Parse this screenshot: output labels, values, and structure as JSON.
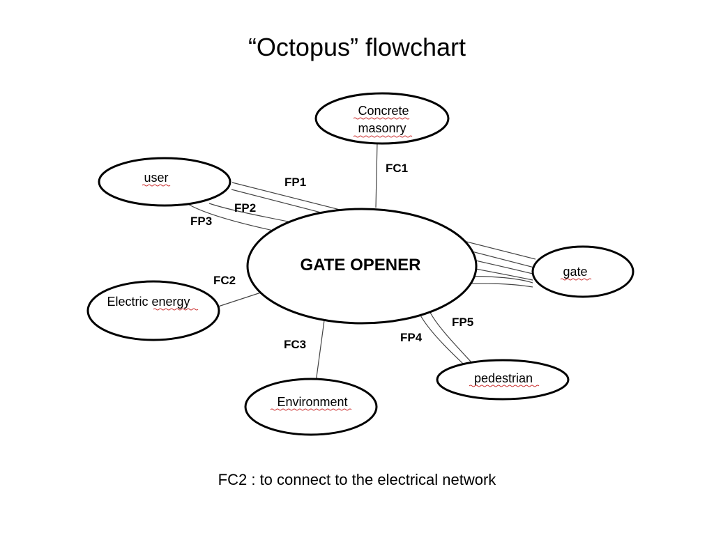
{
  "title": "“Octopus” flowchart",
  "caption": "FC2 : to connect to the electrical network",
  "diagram": {
    "center": "GATE OPENER",
    "nodes": {
      "concrete_line1": "Concrete",
      "concrete_line2": "masonry",
      "user": "user",
      "gate": "gate",
      "electric": "Electric energy",
      "environment": "Environment",
      "pedestrian": "pedestrian"
    },
    "links": {
      "fc1": "FC1",
      "fc2": "FC2",
      "fc3": "FC3",
      "fp1": "FP1",
      "fp2": "FP2",
      "fp3": "FP3",
      "fp4": "FP4",
      "fp5": "FP5"
    }
  }
}
